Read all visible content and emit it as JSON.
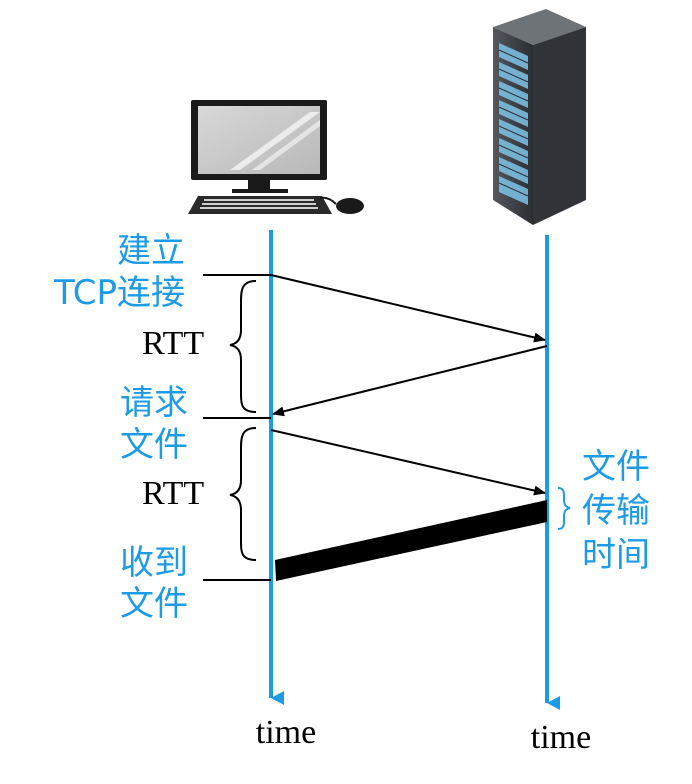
{
  "client": {
    "icon": "desktop-computer-icon",
    "timeline_label": "time"
  },
  "server": {
    "icon": "server-rack-icon",
    "timeline_label": "time"
  },
  "events": {
    "establish_line1": "建立",
    "establish_line2": "TCP连接",
    "request_line1": "请求",
    "request_line2": "文件",
    "receive_line1": "收到",
    "receive_line2": "文件"
  },
  "intervals": {
    "rtt1": "RTT",
    "rtt2": "RTT"
  },
  "transmission": {
    "line1": "文件",
    "line2": "传输",
    "line3": "时间"
  },
  "colors": {
    "accent": "#1e9be6",
    "text": "#000000"
  }
}
